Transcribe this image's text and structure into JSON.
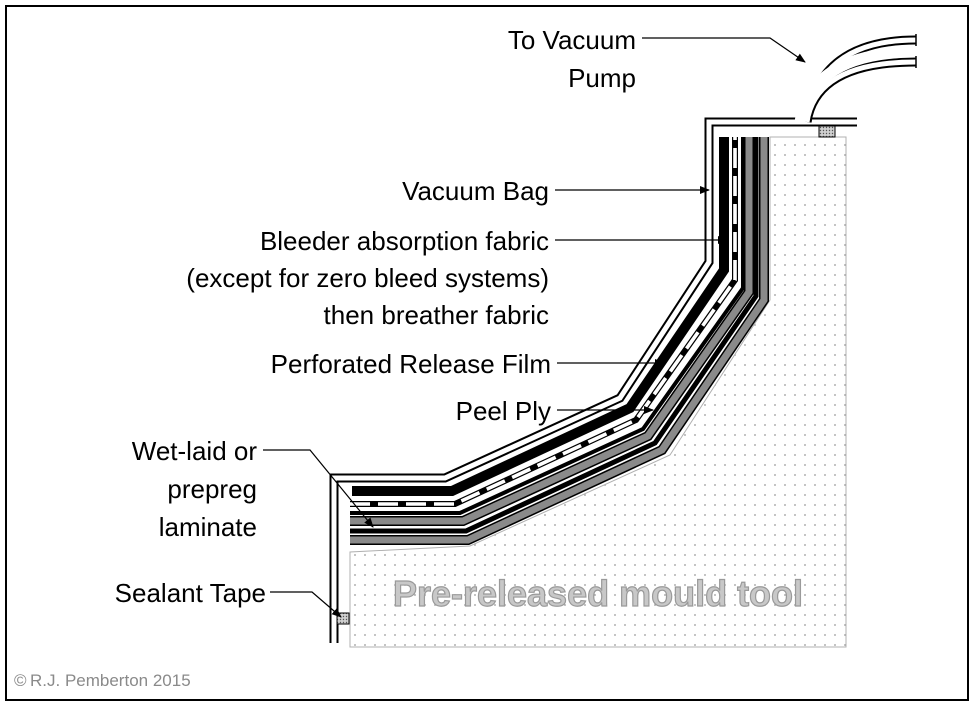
{
  "labels": {
    "vacuum_pump_1": "To Vacuum",
    "vacuum_pump_2": "Pump",
    "vacuum_bag": "Vacuum Bag",
    "bleeder_1": "Bleeder absorption fabric",
    "bleeder_2": "(except for zero bleed systems)",
    "bleeder_3": "then breather fabric",
    "release_film": "Perforated Release Film",
    "peel_ply": "Peel Ply",
    "laminate_1": "Wet-laid or",
    "laminate_2": "prepreg",
    "laminate_3": "laminate",
    "sealant_tape": "Sealant Tape",
    "mould_tool": "Pre-released mould tool"
  },
  "copyright": {
    "symbol": "©",
    "text": "R.J. Pemberton 2015"
  }
}
